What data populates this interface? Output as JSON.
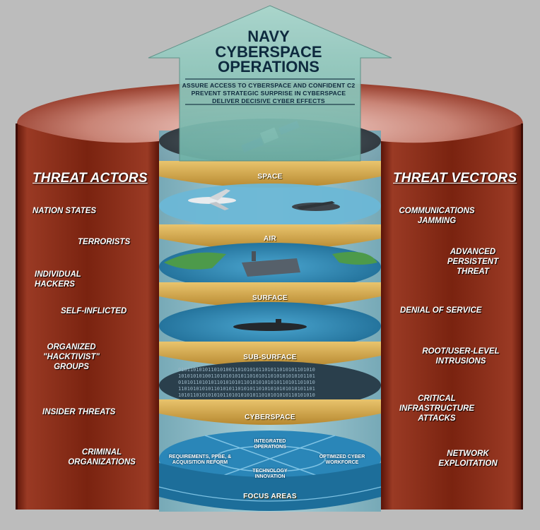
{
  "arrow": {
    "title_line1": "NAVY",
    "title_line2": "CYBERSPACE",
    "title_line3": "OPERATIONS",
    "lines": [
      "ASSURE ACCESS TO CYBERSPACE AND CONFIDENT C2",
      "PREVENT STRATEGIC SURPRISE IN CYBERSPACE",
      "DELIVER DECISIVE CYBER EFFECTS"
    ]
  },
  "threat_actors": {
    "title": "THREAT ACTORS",
    "items": [
      "NATION STATES",
      "TERRORISTS",
      "INDIVIDUAL\nHACKERS",
      "SELF-INFLICTED",
      "ORGANIZED\n\"HACKTIVIST\"\nGROUPS",
      "INSIDER THREATS",
      "CRIMINAL\nORGANIZATIONS"
    ]
  },
  "threat_vectors": {
    "title": "THREAT VECTORS",
    "items": [
      "COMMUNICATIONS\nJAMMING",
      "ADVANCED\nPERSISTENT\nTHREAT",
      "DENIAL OF SERVICE",
      "ROOT/USER-LEVEL\nINTRUSIONS",
      "CRITICAL\nINFRASTRUCTURE\nATTACKS",
      "NETWORK\nEXPLOITATION"
    ]
  },
  "layers": {
    "space": "SPACE",
    "air": "AIR",
    "surface": "SURFACE",
    "sub_surface": "SUB-SURFACE",
    "cyberspace": "CYBERSPACE",
    "focus_areas": "FOCUS AREAS"
  },
  "focus_areas": {
    "integrated": "INTEGRATED\nOPERATIONS",
    "requirements": "REQUIREMENTS, PPBE, &\nACQUISITION REFORM",
    "workforce": "OPTIMIZED CYBER\nWORKFORCE",
    "technology": "TECHNOLOGY\nINNOVATION"
  },
  "colors": {
    "background": "#bcbcbc",
    "cylinder_red": "#8e2a17",
    "band_gold": "#d6ad52",
    "arrow_teal": "#8fc6bb",
    "water_blue": "#2c82b0"
  },
  "icons": [
    "satellite-icon",
    "patrol-aircraft-icon",
    "drone-icon",
    "aircraft-carrier-icon",
    "submarine-icon"
  ]
}
